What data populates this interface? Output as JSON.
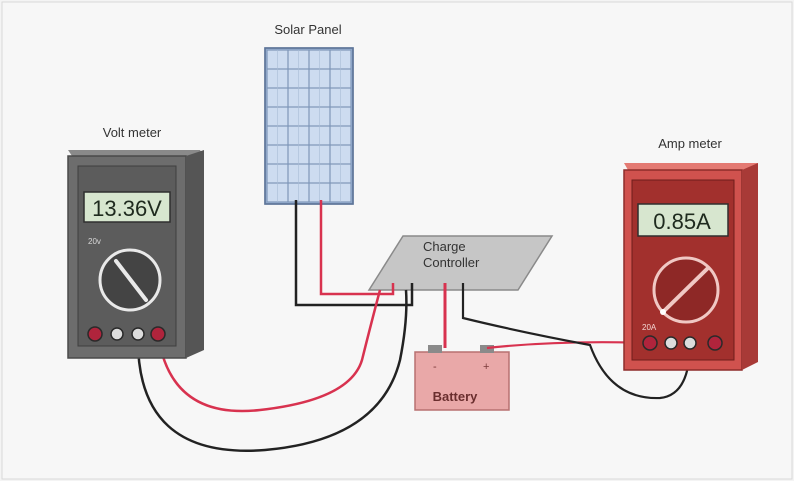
{
  "labels": {
    "solar_panel": "Solar Panel",
    "volt_meter": "Volt meter",
    "amp_meter": "Amp meter",
    "charge_controller_line1": "Charge",
    "charge_controller_line2": "Controller",
    "battery": "Battery"
  },
  "volt_meter": {
    "reading": "13.36V",
    "range": "20v",
    "color": "#6d6d6d"
  },
  "amp_meter": {
    "reading": "0.85A",
    "range": "20A",
    "color": "#d0524e"
  },
  "colors": {
    "wire_red": "#d8324f",
    "wire_black": "#222222",
    "battery": "#e8a7a7",
    "panel_cell": "#c9daef",
    "controller": "#c8c8c8"
  }
}
